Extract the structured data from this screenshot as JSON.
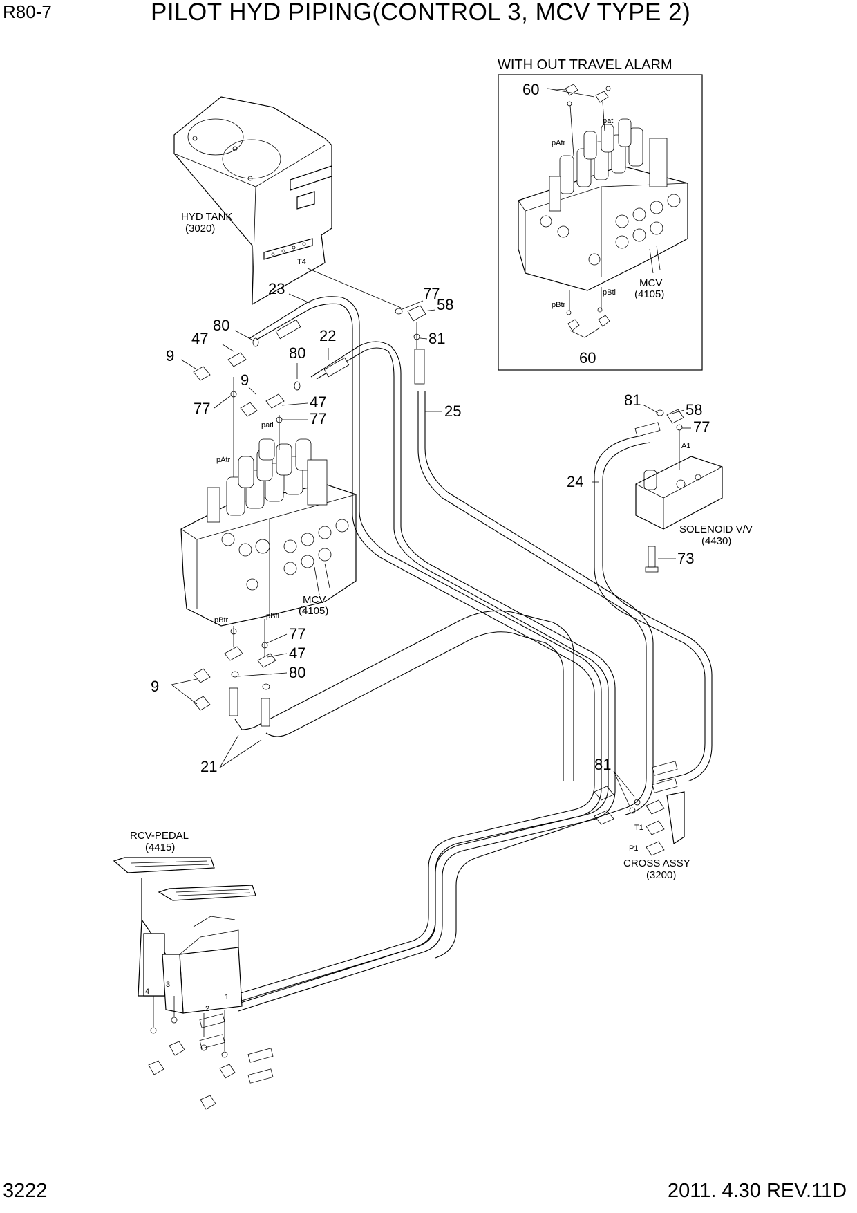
{
  "header": {
    "model": "R80-7",
    "title": "PILOT HYD PIPING(CONTROL 3, MCV TYPE 2)"
  },
  "footer": {
    "page_number": "3222",
    "revision": "2011. 4.30 REV.11D"
  },
  "inset": {
    "title": "WITH OUT TRAVEL ALARM",
    "callouts": [
      "60",
      "60"
    ],
    "ports": [
      "patl",
      "pAtr",
      "pBtl",
      "pBtr"
    ],
    "mcv_label": "MCV",
    "mcv_code": "(4105)"
  },
  "components": {
    "hyd_tank": {
      "name": "HYD TANK",
      "code": "(3020)",
      "port": "T4"
    },
    "mcv": {
      "name": "MCV",
      "code": "(4105)",
      "ports": [
        "pAtr",
        "patl",
        "pBtr",
        "pBtl"
      ]
    },
    "solenoid": {
      "name": "SOLENOID V/V",
      "code": "(4430)",
      "port": "A1"
    },
    "cross_assy": {
      "name": "CROSS ASSY",
      "code": "(3200)",
      "ports": [
        "T1",
        "P1"
      ]
    },
    "rcv_pedal": {
      "name": "RCV-PEDAL",
      "code": "(4415)",
      "ports": [
        "4",
        "3",
        "2",
        "1"
      ]
    }
  },
  "callouts": {
    "c23": "23",
    "c77a": "77",
    "c58a": "58",
    "c81a": "81",
    "c80a": "80",
    "c47a": "47",
    "c9a": "9",
    "c22": "22",
    "c80b": "80",
    "c9b": "9",
    "c77b": "77",
    "c47b": "47",
    "c77c": "77",
    "c25": "25",
    "c81b": "81",
    "c58b": "58",
    "c77d": "77",
    "c24": "24",
    "c73": "73",
    "c77e": "77",
    "c47c": "47",
    "c80c": "80",
    "c9c": "9",
    "c21": "21",
    "c81c": "81"
  }
}
